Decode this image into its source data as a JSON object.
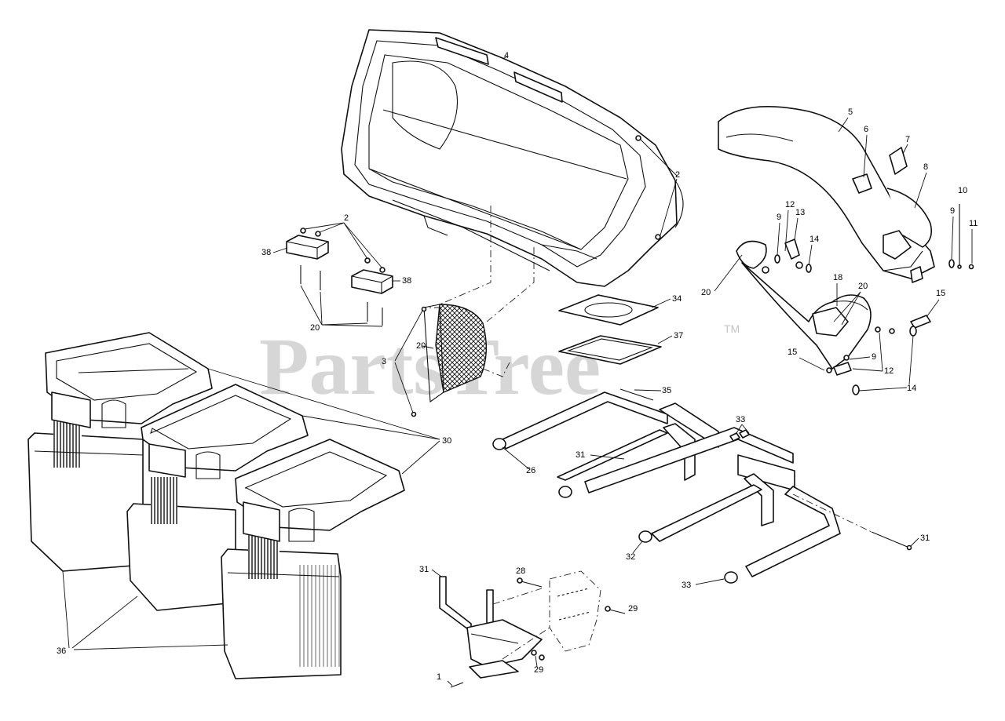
{
  "watermark": {
    "text": "PartsTree",
    "tm": "TM"
  },
  "callouts": [
    {
      "id": "c4",
      "text": "4"
    },
    {
      "id": "c2a",
      "text": "2"
    },
    {
      "id": "c2b",
      "text": "2"
    },
    {
      "id": "c38a",
      "text": "38"
    },
    {
      "id": "c38b",
      "text": "38"
    },
    {
      "id": "c20a",
      "text": "20"
    },
    {
      "id": "c20b",
      "text": "20"
    },
    {
      "id": "c3",
      "text": "3"
    },
    {
      "id": "c34",
      "text": "34"
    },
    {
      "id": "c37",
      "text": "37"
    },
    {
      "id": "c5",
      "text": "5"
    },
    {
      "id": "c6",
      "text": "6"
    },
    {
      "id": "c7",
      "text": "7"
    },
    {
      "id": "c8",
      "text": "8"
    },
    {
      "id": "c10",
      "text": "10"
    },
    {
      "id": "c9a",
      "text": "9"
    },
    {
      "id": "c11",
      "text": "11"
    },
    {
      "id": "c12a",
      "text": "12"
    },
    {
      "id": "c9b",
      "text": "9"
    },
    {
      "id": "c13",
      "text": "13"
    },
    {
      "id": "c14a",
      "text": "14"
    },
    {
      "id": "c20c",
      "text": "20"
    },
    {
      "id": "c18",
      "text": "18"
    },
    {
      "id": "c20d",
      "text": "20"
    },
    {
      "id": "c15a",
      "text": "15"
    },
    {
      "id": "c15b",
      "text": "15"
    },
    {
      "id": "c9c",
      "text": "9"
    },
    {
      "id": "c12b",
      "text": "12"
    },
    {
      "id": "c14b",
      "text": "14"
    },
    {
      "id": "c35",
      "text": "35"
    },
    {
      "id": "c33a",
      "text": "33"
    },
    {
      "id": "c26",
      "text": "26"
    },
    {
      "id": "c31a",
      "text": "31"
    },
    {
      "id": "c32",
      "text": "32"
    },
    {
      "id": "c31b",
      "text": "31"
    },
    {
      "id": "c33b",
      "text": "33"
    },
    {
      "id": "c31c",
      "text": "31"
    },
    {
      "id": "c28",
      "text": "28"
    },
    {
      "id": "c29a",
      "text": "29"
    },
    {
      "id": "c29b",
      "text": "29"
    },
    {
      "id": "c1",
      "text": "1"
    },
    {
      "id": "c30",
      "text": "30"
    },
    {
      "id": "c36",
      "text": "36"
    }
  ]
}
